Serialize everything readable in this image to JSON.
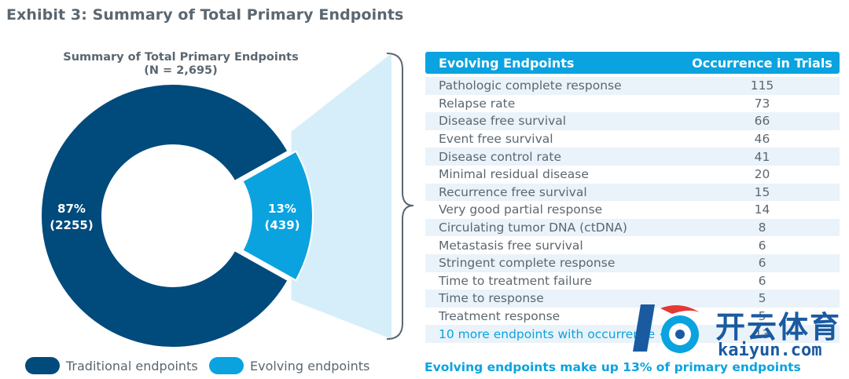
{
  "exhibit_title": "Exhibit 3: Summary of Total Primary Endpoints",
  "colors": {
    "traditional": "#004a7c",
    "evolving": "#0aa3e0",
    "callout_fill": "#d6eef9",
    "bracket": "#5b6770"
  },
  "chart_data": {
    "type": "pie",
    "title": "Summary of Total Primary Endpoints",
    "subtitle": "(N = 2,695)",
    "series": [
      {
        "name": "Traditional endpoints",
        "value": 2255,
        "pct_label": "87%",
        "count_label": "(2255)"
      },
      {
        "name": "Evolving endpoints",
        "value": 439,
        "pct_label": "13%",
        "count_label": "(439)"
      }
    ]
  },
  "legend": [
    {
      "label": "Traditional endpoints"
    },
    {
      "label": "Evolving endpoints"
    }
  ],
  "table": {
    "headers": [
      "Evolving Endpoints",
      "Occurrence in Trials"
    ],
    "rows": [
      {
        "name": "Pathologic complete response",
        "count": "115"
      },
      {
        "name": "Relapse rate",
        "count": "73"
      },
      {
        "name": "Disease free survival",
        "count": "66"
      },
      {
        "name": "Event free survival",
        "count": "46"
      },
      {
        "name": "Disease control rate",
        "count": "41"
      },
      {
        "name": "Minimal residual disease",
        "count": "20"
      },
      {
        "name": "Recurrence free survival",
        "count": "15"
      },
      {
        "name": "Very good partial response",
        "count": "14"
      },
      {
        "name": "Circulating tumor DNA (ctDNA)",
        "count": "8"
      },
      {
        "name": "Metastasis free survival",
        "count": "6"
      },
      {
        "name": "Stringent complete response",
        "count": "6"
      },
      {
        "name": "Time to treatment failure",
        "count": "6"
      },
      {
        "name": "Time to response",
        "count": "5"
      },
      {
        "name": "Treatment response",
        "count": "5"
      }
    ],
    "more_row": {
      "name": "10 more endpoints with occurrence <5",
      "count": "13"
    }
  },
  "footnote": "Evolving endpoints make up 13% of primary endpoints",
  "watermark": {
    "text_cn": "开云体育",
    "text_en": "kaiyun.com"
  }
}
